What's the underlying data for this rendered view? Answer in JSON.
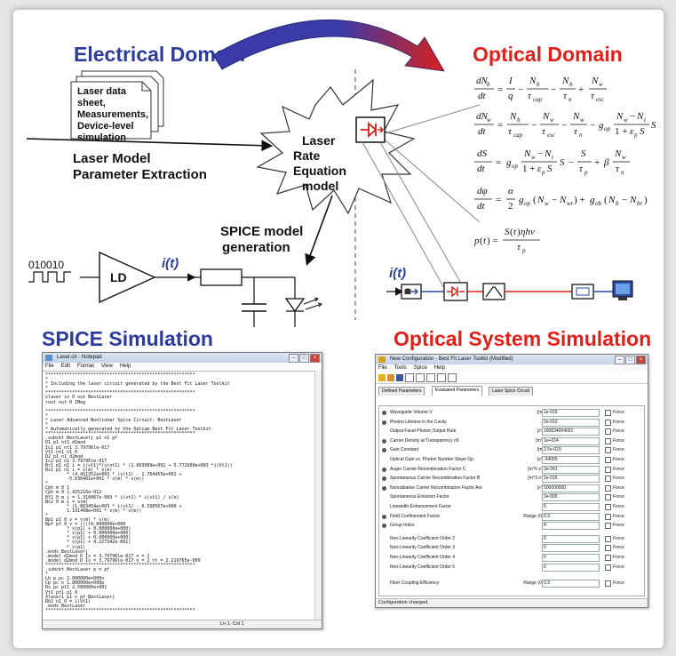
{
  "headings": {
    "electrical": "Electrical Domain",
    "optical": "Optical Domain",
    "spice": "SPICE Simulation",
    "optical_system": "Optical System Simulation"
  },
  "datasheet_lines": [
    "Laser data",
    "sheet,",
    "Measurements,",
    "Device-level",
    "simulation"
  ],
  "extraction_label": [
    "Laser Model",
    "Parameter Extraction"
  ],
  "burst_lines": [
    "Laser",
    "Rate Equation",
    "model"
  ],
  "spice_gen_label": [
    "SPICE model",
    "generation"
  ],
  "bitstream": "010010",
  "driver_label": "LD",
  "current_label": "i(t)",
  "current_label_2": "i(t)",
  "colors": {
    "blue": "#2b3c9a",
    "red": "#e0201a",
    "arrow_arc": "#3a3aa8"
  },
  "notepad": {
    "title": "Laser.cir - Notepad",
    "menu": [
      "File",
      "Edit",
      "Format",
      "View",
      "Help"
    ],
    "status": "Ln 1, Col 1",
    "lines": [
      "********************************************************",
      "*",
      "* Including the laser circuit generated by the Best Fit Laser Toolkit",
      "*",
      "********************************************************",
      "xlaser in 0 out BestLaser",
      "rout out 0 1Meg",
      "",
      "********************************************************",
      "*",
      "* Laser Advanced Nonlinear Spice Circuit: BestLaser",
      "*",
      "* Automatically generated by the Optium Best Fit Laser Toolkit",
      "********************************************************",
      ".subckt BestLaserj p1 n1 pf",
      "D1 p1 nt1 d1mod",
      "Ic1 p1 nt1 3.79796le-017",
      "Vt1 nt1 n1 0",
      "D2 p1 n1 d2mod",
      "Ic2 p1 n1 3.79796le-017",
      "Br1 p1 n1 i = i(vt1)*(v(nt1) * (1.603989e+002 + 5.772600e+003 *i(Vt1))",
      "Bs1 p1 n1 i = v(m) * v(m)",
      "        * (4.411352e+003 * (v(t1) - 2.764455e+001 +",
      "        -5.036401e+001 * v(m) * v(m))",
      "*",
      "Cph m 0 1",
      "Cph m 0 1.425216e-012",
      "Bf2 0 m i = 1.310067e-003 * i(vt1) * i(vt1) / v(m)",
      "Bs2 0 m i = v(m)",
      "        * (1.663454e+003 * i(vt1) - 6.530567e+000 +",
      "        1.191408e+001 * v(m) * v(m))",
      "*",
      "Bp1 p1 0 v = v(m) * v(m)",
      "Bpf pf 0 v = ((((0.000000e+000",
      "        * v(p1) + 0.000000e+000)",
      "        * v(p1) + 0.000000e+000)",
      "        * v(p1) + 0.000000e+000)",
      "        * v(p1) + 4.227342e-001)",
      "        * v(p1)",
      ".ends BestLaserj",
      ".model d1mod D Is = 3.79796le-017 n = 2",
      ".model d2mod D Is = 3.79796le-017 n = 2 tt = 2.219765e-009",
      "********************************************************",
      ".subckt BestLaser p n pf",
      "*",
      "Lb p pc 2.000000e+000n",
      "Cp pc n 1.800000e+000p",
      "Rs pc pt1 2.500000e+001",
      "Vt1 pt1 p1 0",
      "Xlaser1 p1 n pf BestLaserj",
      "Rb1 n1 0 = i(Vt1)",
      ".ends BestLaser",
      "********************************************************"
    ]
  },
  "toolkit": {
    "title": "New Configuration - Best Fit Laser Toolkit (Modified)",
    "menu": [
      "File",
      "Tools",
      "Spice",
      "Help"
    ],
    "tabs": [
      "Defined Parameters",
      "Evaluated Parameters",
      "Laser Spice Circuit"
    ],
    "params": [
      {
        "name": "Waveguide Volume V",
        "unit": "[m^3]",
        "value": "1e-016",
        "force": "Force"
      },
      {
        "name": "Photon Lifetime in the Cavity",
        "unit": "[s]",
        "value": "2e-012",
        "force": "Force"
      },
      {
        "name": "Output Facet Photon Output Rate",
        "unit": "[s^-1]",
        "value": "160634064001",
        "force": "Force"
      },
      {
        "name": "Carrier Density at Transparency n0",
        "unit": "[m^-3]",
        "value": "1e+024",
        "force": "Force"
      },
      {
        "name": "Gain Constant",
        "unit": "[m^2]",
        "value": "2.5e-020",
        "force": "Force"
      },
      {
        "name": "Optical Gain vs. Photon Number Slope Gp",
        "unit": "[s^-1]",
        "value": "-34000",
        "force": "Force"
      },
      {
        "name": "Auger Carrier Recombination Factor C",
        "unit": "[m^6 s^-1]",
        "value": "3e-041",
        "force": "Force"
      },
      {
        "name": "Spontaneous Carrier Recombination Factor B",
        "unit": "[m^3 s^-1]",
        "value": "1e-016",
        "force": "Force"
      },
      {
        "name": "Nonradiative Carrier Recombination Factor Anr",
        "unit": "[s^-1]",
        "value": "500000000",
        "force": "Force"
      },
      {
        "name": "Spontaneous Emission Factor",
        "unit": "",
        "value": "2e-005",
        "force": "Force"
      },
      {
        "name": "Linewidth Enhancement Factor",
        "unit": "",
        "value": "5",
        "force": "Force"
      },
      {
        "name": "Field Confinement Factor",
        "unit": "Range (0, 1)",
        "value": "0.3",
        "force": "Force"
      },
      {
        "name": "Group Index",
        "unit": "",
        "value": "4",
        "force": "Force"
      },
      {
        "name": "Non-Linearity Coefficient Order 2",
        "unit": "",
        "value": "0",
        "force": "Force"
      },
      {
        "name": "Non-Linearity Coefficient Order 3",
        "unit": "",
        "value": "0",
        "force": "Force"
      },
      {
        "name": "Non-Linearity Coefficient Order 4",
        "unit": "",
        "value": "0",
        "force": "Force"
      },
      {
        "name": "Non-Linearity Coefficient Order 5",
        "unit": "",
        "value": "0",
        "force": "Force"
      },
      {
        "name": "Fiber Coupling Efficiency",
        "unit": "Range (0, 1)",
        "value": "0.3",
        "force": "Force"
      }
    ],
    "status": "Configuration changed."
  }
}
